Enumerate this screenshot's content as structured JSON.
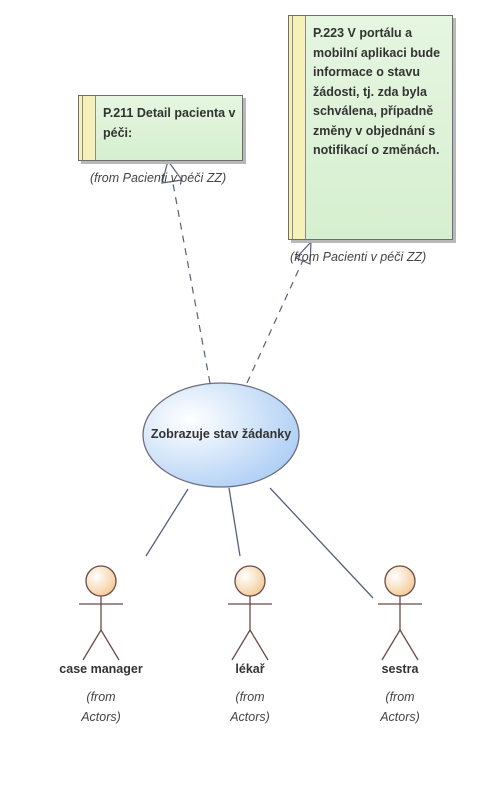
{
  "requirements": [
    {
      "id": "P.211",
      "text": "P.211  Detail pacienta v péči:",
      "from": "(from Pacienti v péči ZZ)"
    },
    {
      "id": "P.223",
      "text": "P.223  V portálu a mobilní aplikaci bude informace o stavu žádosti, tj. zda byla schválena, případně změny v objednání s notifikací o změnách.",
      "from": "(from Pacienti v péči ZZ)"
    }
  ],
  "use_case": {
    "label": "Zobrazuje stav žádanky"
  },
  "actors": [
    {
      "name": "case manager",
      "from_line1": "(from",
      "from_line2": "Actors)"
    },
    {
      "name": "lékař",
      "from_line1": "(from",
      "from_line2": "Actors)"
    },
    {
      "name": "sestra",
      "from_line1": "(from",
      "from_line2": "Actors)"
    }
  ],
  "colors": {
    "requirement_fill": "#d6efcf",
    "requirement_stripe": "#f5f1b8",
    "use_case_fill": "#cfe3fb",
    "actor_head_fill": "#fbe3c4",
    "line": "#56607a"
  }
}
